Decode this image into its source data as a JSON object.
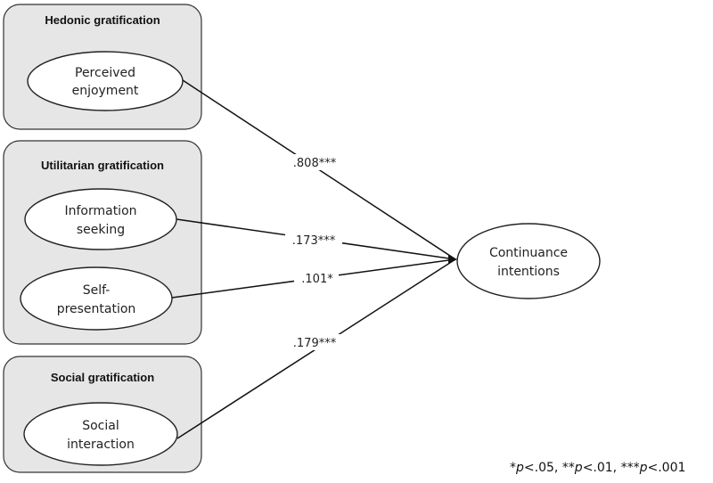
{
  "groups": [
    {
      "id": "hedonic",
      "title": "Hedonic gratification"
    },
    {
      "id": "utilitarian",
      "title": "Utilitarian gratification"
    },
    {
      "id": "social",
      "title": "Social gratification"
    }
  ],
  "constructs": {
    "perceived_enjoyment": {
      "line1": "Perceived",
      "line2": "enjoyment"
    },
    "information_seeking": {
      "line1": "Information",
      "line2": "seeking"
    },
    "self_presentation": {
      "line1": "Self-",
      "line2": "presentation"
    },
    "social_interaction": {
      "line1": "Social",
      "line2": "interaction"
    },
    "continuance_intentions": {
      "line1": "Continuance",
      "line2": "intentions"
    }
  },
  "paths": [
    {
      "from": "perceived_enjoyment",
      "to": "continuance_intentions",
      "coefficient": ".808***"
    },
    {
      "from": "information_seeking",
      "to": "continuance_intentions",
      "coefficient": ".173***"
    },
    {
      "from": "self_presentation",
      "to": "continuance_intentions",
      "coefficient": ".101*"
    },
    {
      "from": "social_interaction",
      "to": "continuance_intentions",
      "coefficient": ".179***"
    }
  ],
  "footnote": {
    "s1": "*",
    "p1": "p",
    "v1": "<.05, ",
    "s2": "**",
    "p2": "p",
    "v2": "<.01, ",
    "s3": "***",
    "p3": "p",
    "v3": "<.001"
  }
}
